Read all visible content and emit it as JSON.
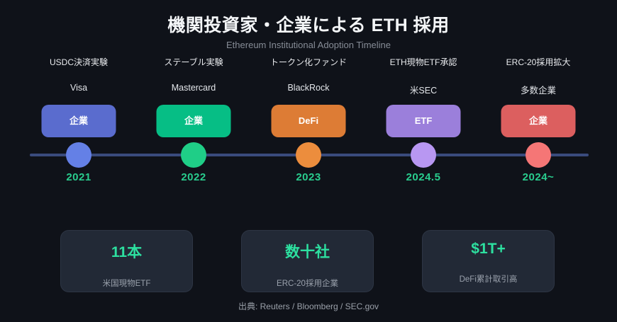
{
  "title": "機関投資家・企業による ETH 採用",
  "subtitle": "Ethereum Institutional Adoption Timeline",
  "timeline": {
    "line_color": "#3a4b7d",
    "items": [
      {
        "event": "USDC決済実験",
        "company": "Visa",
        "badge": "企業",
        "badge_color": "#5a6cce",
        "dot_color": "#6480e6",
        "year": "2021"
      },
      {
        "event": "ステーブル実験",
        "company": "Mastercard",
        "badge": "企業",
        "badge_color": "#06be85",
        "dot_color": "#1fce87",
        "year": "2022"
      },
      {
        "event": "トークン化ファンド",
        "company": "BlackRock",
        "badge": "DeFi",
        "badge_color": "#dd7c35",
        "dot_color": "#ec8d3d",
        "year": "2023"
      },
      {
        "event": "ETH現物ETF承認",
        "company": "米SEC",
        "badge": "ETF",
        "badge_color": "#9b7fdb",
        "dot_color": "#b897f2",
        "year": "2024.5"
      },
      {
        "event": "ERC-20採用拡大",
        "company": "多数企業",
        "badge": "企業",
        "badge_color": "#dc5f5f",
        "dot_color": "#f57676",
        "year": "2024~"
      }
    ]
  },
  "stats": [
    {
      "value": "11本",
      "label": "米国現物ETF"
    },
    {
      "value": "数十社",
      "label": "ERC-20採用企業"
    },
    {
      "value": "$1T+",
      "label": "DeFi累計取引高"
    }
  ],
  "footer": "出典: Reuters / Bloomberg / SEC.gov",
  "colors": {
    "background": "#0f1219",
    "accent_green_year": "#29cd8e",
    "accent_green_value": "#2de0a0",
    "card_bg": "#222936",
    "card_border": "#2d3544",
    "muted_text": "#9aa1ac"
  }
}
